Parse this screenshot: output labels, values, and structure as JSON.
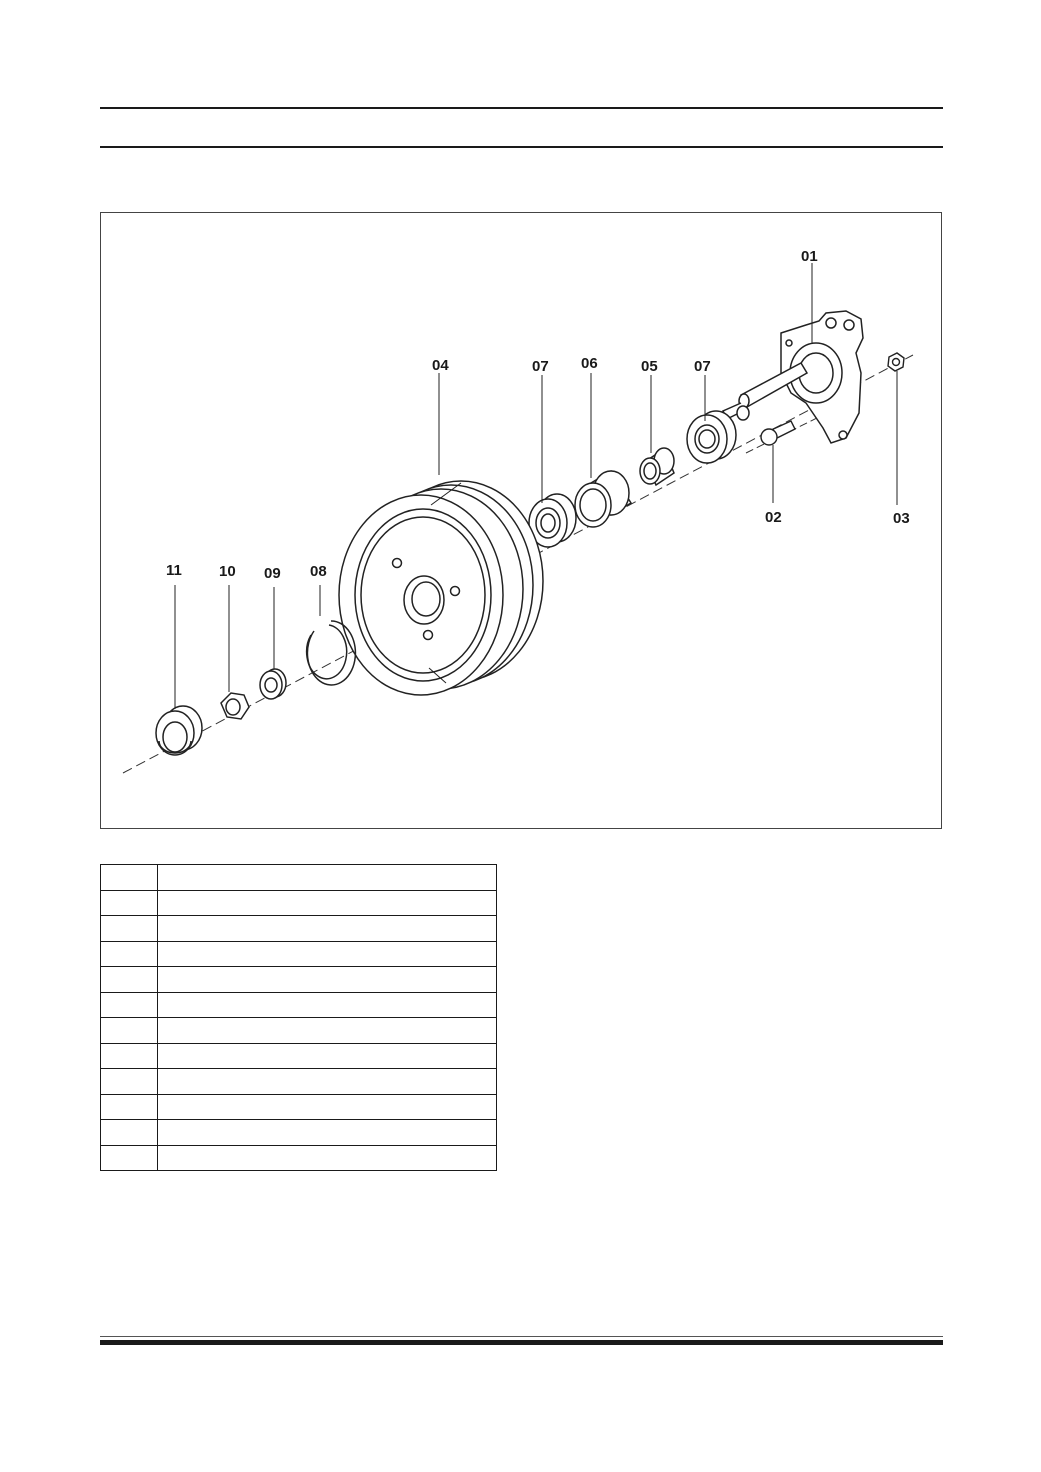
{
  "figure": {
    "callouts": {
      "c01": "01",
      "c02": "02",
      "c03": "03",
      "c04": "04",
      "c05": "05",
      "c06": "06",
      "c07a": "07",
      "c07b": "07",
      "c08": "08",
      "c09": "09",
      "c10": "10",
      "c11": "11"
    }
  },
  "parts_table": {
    "rows": [
      {
        "no": "",
        "name": ""
      },
      {
        "no": "",
        "name": ""
      },
      {
        "no": "",
        "name": ""
      },
      {
        "no": "",
        "name": ""
      },
      {
        "no": "",
        "name": ""
      },
      {
        "no": "",
        "name": ""
      },
      {
        "no": "",
        "name": ""
      },
      {
        "no": "",
        "name": ""
      },
      {
        "no": "",
        "name": ""
      },
      {
        "no": "",
        "name": ""
      },
      {
        "no": "",
        "name": ""
      },
      {
        "no": "",
        "name": ""
      }
    ]
  }
}
